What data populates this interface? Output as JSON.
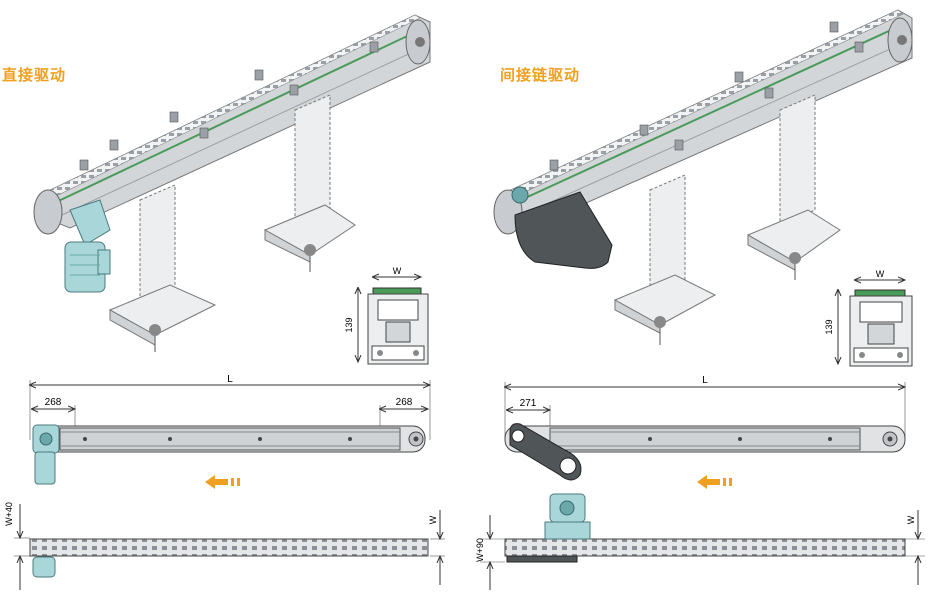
{
  "colors": {
    "title": "#f0a020",
    "arrow": "#f0a020",
    "frame": "#c8ccd0",
    "frame_dark": "#8a9096",
    "motor": "#a9d6d8",
    "motor_dark": "#6aa8ac",
    "chain_guard": "#505558",
    "belt_green": "#4a9a5a",
    "line": "#333333"
  },
  "left": {
    "title": "直接驱动",
    "profile": {
      "width_label": "W",
      "height_label": "139"
    },
    "top_view": {
      "length_label": "L",
      "drive_end_label": "268",
      "idle_end_label": "268"
    },
    "bottom_view": {
      "width_label_left": "W+40",
      "width_label_right": "W"
    }
  },
  "right": {
    "title": "间接链驱动",
    "profile": {
      "width_label": "W",
      "height_label": "139"
    },
    "top_view": {
      "length_label": "L",
      "drive_end_label": "271"
    },
    "bottom_view": {
      "width_label_left": "W+90",
      "width_label_right": "W"
    }
  }
}
